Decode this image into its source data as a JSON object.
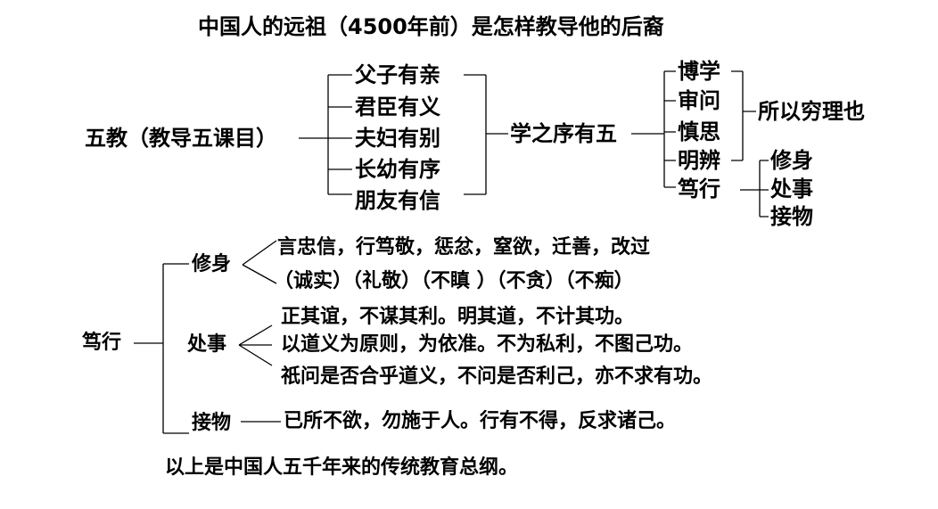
{
  "title": "中国人的远祖（4500年前）是怎样教导他的后裔",
  "five_teachings": {
    "label": "五教（教导五课目）",
    "items": [
      "父子有亲",
      "君臣有义",
      "夫妇有别",
      "长幼有序",
      "朋友有信"
    ]
  },
  "learning_order": {
    "label": "学之序有五",
    "items": [
      "博学",
      "审问",
      "慎思",
      "明辨",
      "笃行"
    ],
    "purpose": "所以穷理也",
    "practice_items": [
      "修身",
      "处事",
      "接物"
    ]
  },
  "practice": {
    "label": "笃行",
    "branches": [
      {
        "label": "修身",
        "lines": [
          "言忠信，行笃敬，惩忿，窒欲，迁善，改过",
          "（诚实）（礼敬）（不瞋 ）（不贪）（不痴）"
        ]
      },
      {
        "label": "处事",
        "lines": [
          "正其谊，不谋其利。明其道，不计其功。",
          "以道义为原则，为依准。不为私利，不图己功。",
          "祇问是否合乎道义，不问是否利己，亦不求有功。"
        ]
      },
      {
        "label": "接物",
        "lines": [
          "已所不欲，勿施于人。行有不得，反求诸己。"
        ]
      }
    ]
  },
  "footer": "以上是中国人五千年来的传统教育总纲。"
}
